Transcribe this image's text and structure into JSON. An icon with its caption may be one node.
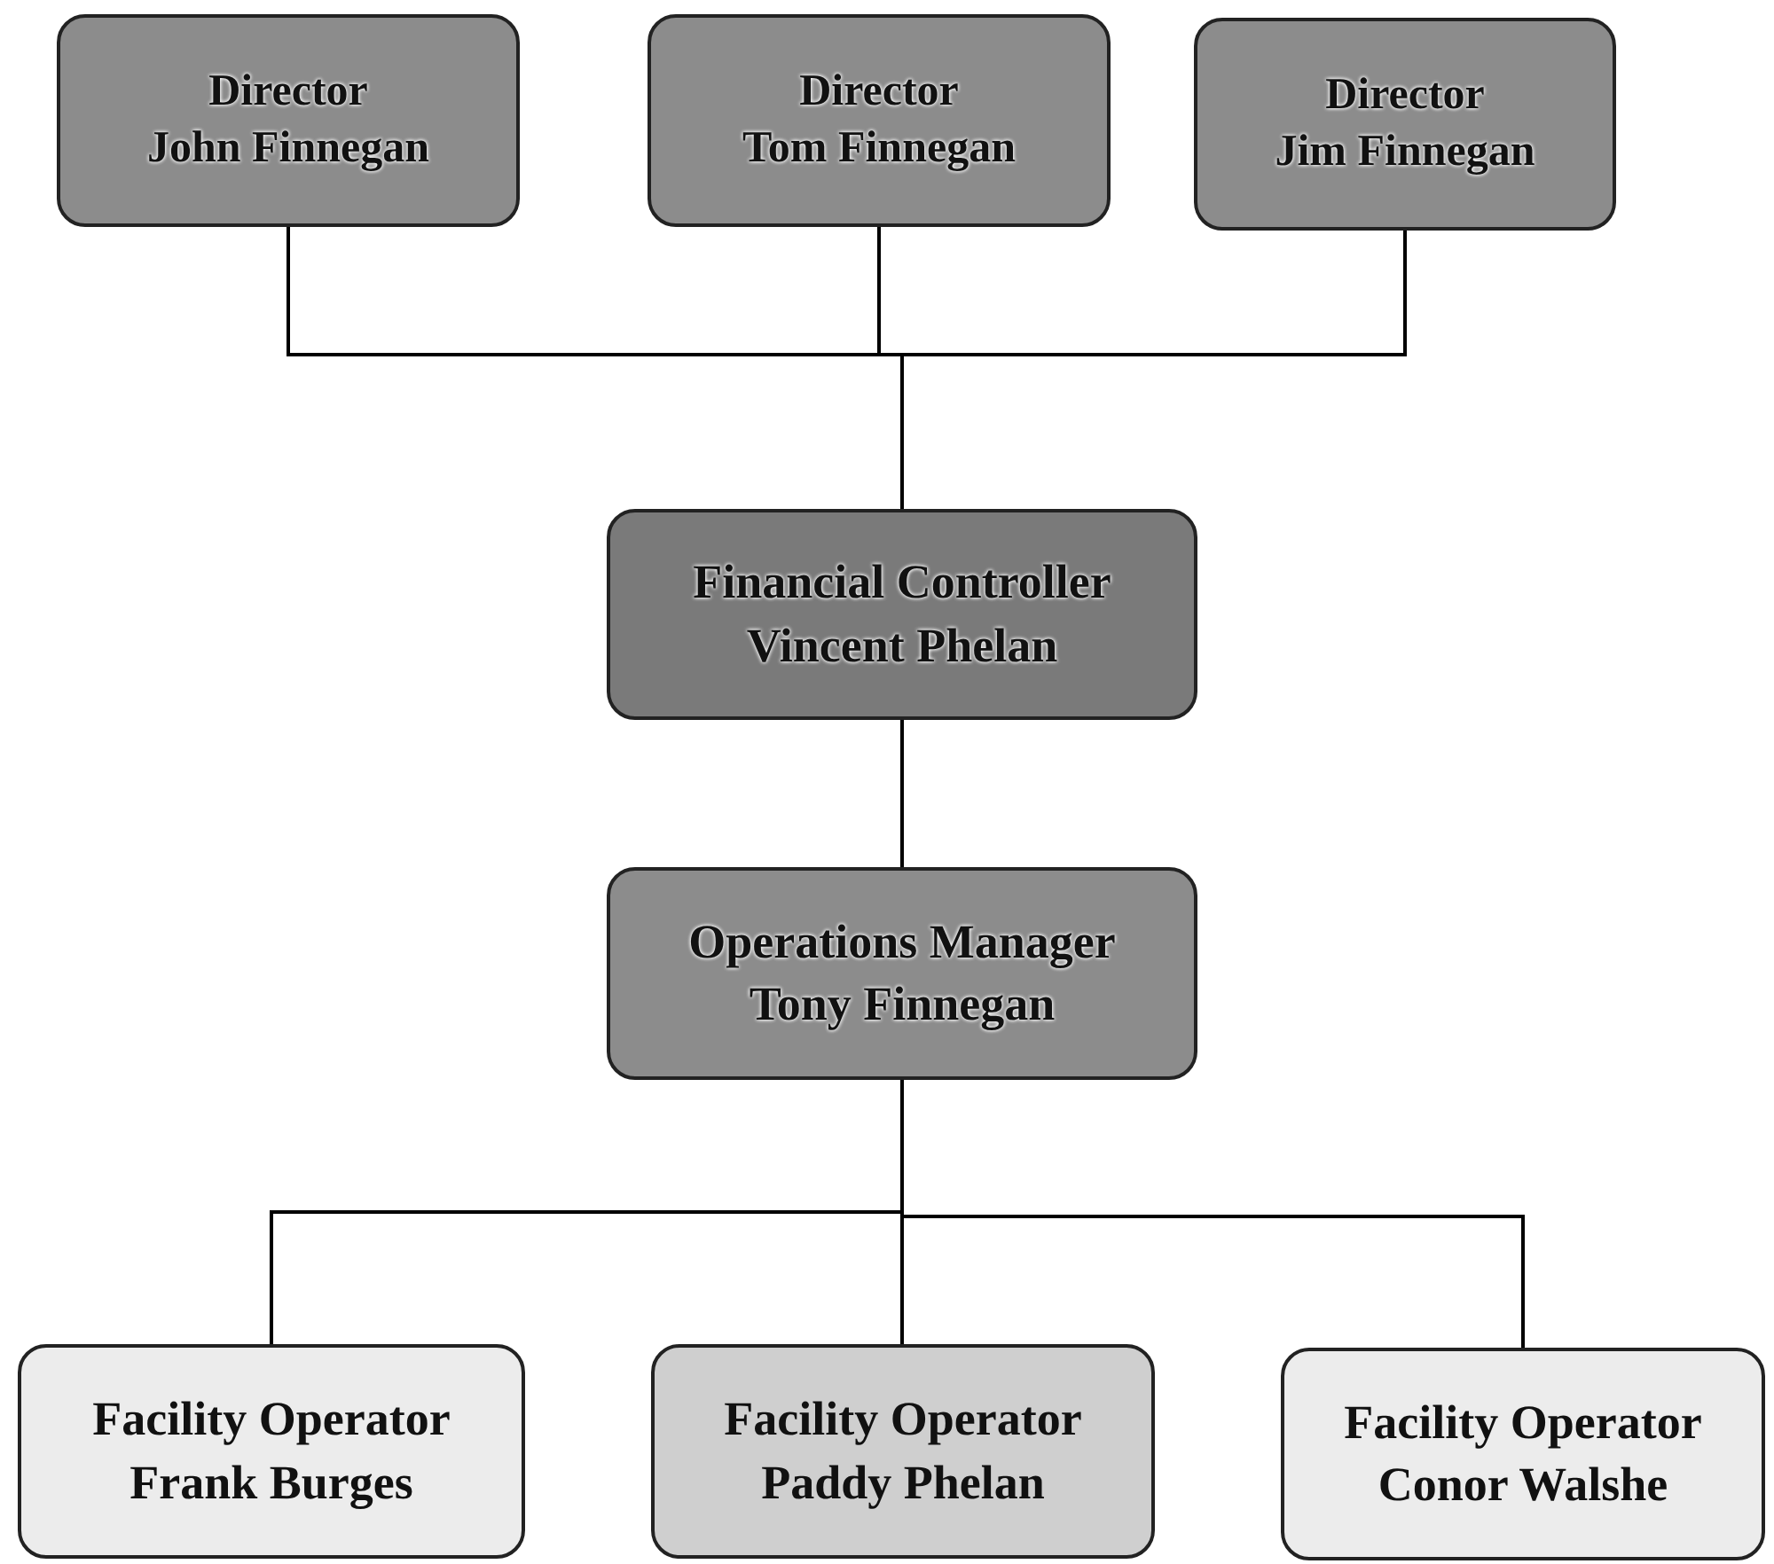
{
  "diagram": {
    "nodes": [
      {
        "text": [
          "Director",
          "John Finnegan"
        ]
      },
      {
        "text": [
          "Director",
          "Tom Finnegan"
        ]
      },
      {
        "text": [
          "Director",
          "Jim Finnegan"
        ]
      },
      {
        "text": [
          "Financial Controller",
          "Vincent Phelan"
        ]
      },
      {
        "text": [
          "Operations Manager",
          "Tony Finnegan"
        ]
      },
      {
        "text": [
          "Facility Operator",
          "Frank Burges"
        ]
      },
      {
        "text": [
          "Facility Operator",
          "Paddy Phelan"
        ]
      },
      {
        "text": [
          "Facility Operator",
          "Conor Walshe"
        ]
      }
    ],
    "edges": [
      {
        "from": 0,
        "to": 3,
        "arrow": "none"
      },
      {
        "from": 1,
        "to": 3,
        "arrow": "none"
      },
      {
        "from": 2,
        "to": 3,
        "arrow": "none"
      },
      {
        "from": 3,
        "to": 4,
        "arrow": "none"
      },
      {
        "from": 4,
        "to": 5,
        "arrow": "none"
      },
      {
        "from": 4,
        "to": 6,
        "arrow": "none"
      },
      {
        "from": 4,
        "to": 7,
        "arrow": "none"
      }
    ]
  }
}
